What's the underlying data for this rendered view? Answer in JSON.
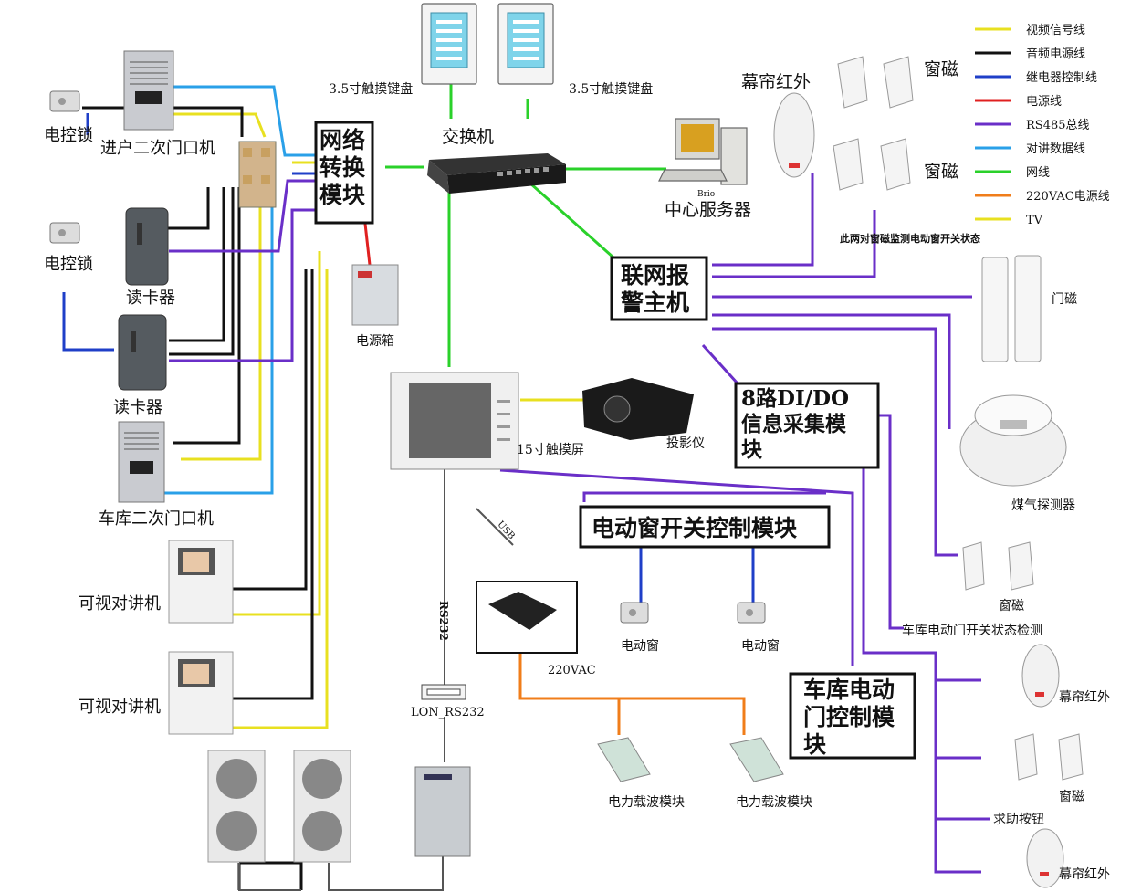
{
  "colors": {
    "video": "#e8e020",
    "audio_power": "#111111",
    "relay": "#1f3fc8",
    "power": "#e02020",
    "rs485": "#6a2fc8",
    "intercom_data": "#2aa0e8",
    "network": "#2ad12a",
    "ac220": "#f07d1a",
    "tv": "#e8e020"
  },
  "legend": {
    "items": [
      {
        "label": "视频信号线",
        "color": "#e8e020"
      },
      {
        "label": "音频电源线",
        "color": "#111111"
      },
      {
        "label": "继电器控制线",
        "color": "#1f3fc8"
      },
      {
        "label": "电源线",
        "color": "#e02020"
      },
      {
        "label": "RS485总线",
        "color": "#6a2fc8"
      },
      {
        "label": "对讲数据线",
        "color": "#2aa0e8"
      },
      {
        "label": "网线",
        "color": "#2ad12a"
      },
      {
        "label": "220VAC电源线",
        "color": "#f07d1a"
      },
      {
        "label": "TV",
        "color": "#e8e020"
      }
    ]
  },
  "modules": {
    "network_converter": "网络\n转换\n模块",
    "alarm_host": "联网报\n警主机",
    "di_do": "8路DI/DO\n信息采集模\n块",
    "window_ctrl": "电动窗开关控制模块",
    "garage_ctrl": "车库电动\n门控制模\n块"
  },
  "labels": {
    "keypad_1": "3.5寸触摸键盘",
    "keypad_2": "3.5寸触摸键盘",
    "switch": "交换机",
    "server": "中心服务器",
    "server_brand": "Brio",
    "curtain_ir_top": "幕帘红外",
    "window_mag_1": "窗磁",
    "window_mag_2": "窗磁",
    "window_note": "此两对窗磁监测电动窗开关状态",
    "door_mag": "门磁",
    "gas": "煤气探测器",
    "window_mag_3": "窗磁",
    "garage_detect": "车库电动门开关状态检测",
    "curtain_ir_2": "幕帘红外",
    "window_mag_4": "窗磁",
    "help_button": "求助按钮",
    "curtain_ir_3": "幕帘红外",
    "lock_1": "电控锁",
    "entry_unit": "进户二次门口机",
    "lock_2": "电控锁",
    "reader_1": "读卡器",
    "reader_2": "读卡器",
    "garage_unit": "车库二次门口机",
    "video_phone_1": "可视对讲机",
    "video_phone_2": "可视对讲机",
    "power_box": "电源箱",
    "touch_screen": "15寸触摸屏",
    "projector": "投影仪",
    "usb": "USB",
    "rs232": "RS232",
    "lon_rs232": "LON_RS232",
    "ac220": "220VAC",
    "elec_window_1": "电动窗",
    "elec_window_2": "电动窗",
    "plc_1": "电力载波模块",
    "plc_2": "电力载波模块"
  }
}
